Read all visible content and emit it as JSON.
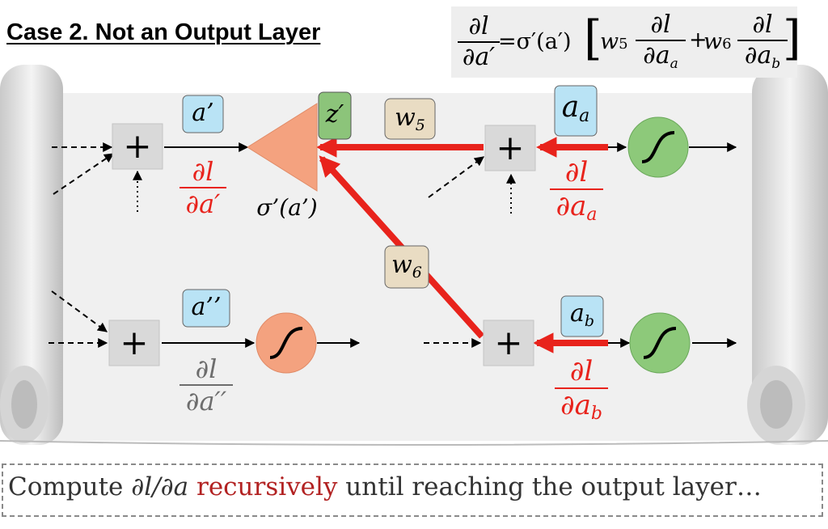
{
  "title": "Case 2. Not an Output Layer",
  "formula": {
    "lhs_num": "∂l",
    "lhs_den": "∂a′",
    "equals_sigma": "=σ′(a′)",
    "w5": "w",
    "w5_sub": "5",
    "t1_num": "∂l",
    "t1_den": "∂a",
    "t1_den_sub": "a",
    "plus": "+",
    "w6": "w",
    "w6_sub": "6",
    "t2_num": "∂l",
    "t2_den": "∂a",
    "t2_den_sub": "b"
  },
  "nodes": {
    "sum_symbol": "+",
    "a_prime": "a’",
    "a_dprime": "a’’",
    "z_prime": "z′",
    "w5": "w",
    "w5_sub": "5",
    "w6": "w",
    "w6_sub": "6",
    "a_a": "a",
    "a_a_sub": "a",
    "a_b": "a",
    "a_b_sub": "b",
    "sigma_prime": "σ’(a’)"
  },
  "grads": {
    "g1_num": "∂l",
    "g1_den": "∂a′",
    "g2_num": "∂l",
    "g2_den": "∂a′′",
    "g3_num": "∂l",
    "g3_den": "∂a",
    "g3_den_sub": "a",
    "g4_num": "∂l",
    "g4_den": "∂a",
    "g4_den_sub": "b"
  },
  "bottom": {
    "part1": "Compute ",
    "expr": "∂l/∂a",
    "highlight": " recursively",
    "part2": " until reaching the output layer…"
  },
  "colors": {
    "arrow_red": "#e8231c",
    "orange_fill": "#f4a27f",
    "green_fill": "#8dc97a",
    "label_blue": "#b9e3f5",
    "weight_tan": "#e9dcc3",
    "z_green": "#8cc47a",
    "sum_grey": "#d9d9d9"
  }
}
